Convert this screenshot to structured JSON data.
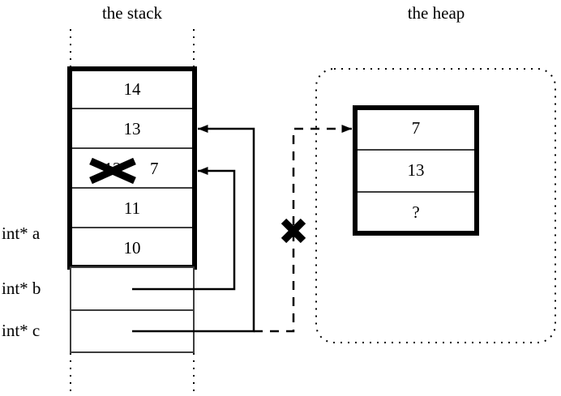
{
  "headings": {
    "stack": "the stack",
    "heap": "the heap"
  },
  "stack": {
    "frame_values": [
      "14",
      "13",
      "12",
      "11",
      "10"
    ],
    "struck_index": 2,
    "replacement_value": "7",
    "pointer_vars": [
      {
        "label": "int* a",
        "points_to": "stack-frame-bottom"
      },
      {
        "label": "int* b",
        "points_to": "stack-row-7"
      },
      {
        "label": "int* c",
        "points_to": "stack-row-13"
      }
    ]
  },
  "heap": {
    "block_values": [
      "7",
      "13",
      "?"
    ]
  },
  "annotations": {
    "struck_link_marker": "x-cross",
    "struck_value_marker": "x-cross"
  },
  "colors": {
    "ink": "#000000",
    "thin_rule": "#3d3d3d",
    "background": "#ffffff"
  }
}
